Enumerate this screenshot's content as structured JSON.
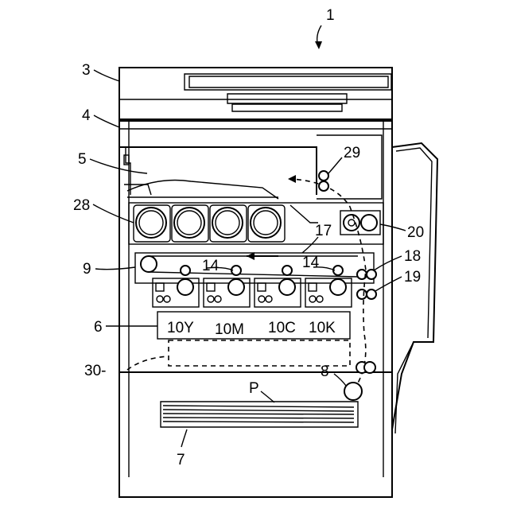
{
  "labels": {
    "l1": "1",
    "l3": "3",
    "l4": "4",
    "l5": "5",
    "l6": "6",
    "l7": "7",
    "l8": "8",
    "l9": "9",
    "l14a": "14",
    "l14b": "14",
    "l17": "17",
    "l18": "18",
    "l19": "19",
    "l20": "20",
    "l28": "28",
    "l29": "29",
    "l30": "30-",
    "lP": "P",
    "l10Y": "10Y",
    "l10M": "10M",
    "l10C": "10C",
    "l10K": "10K"
  }
}
